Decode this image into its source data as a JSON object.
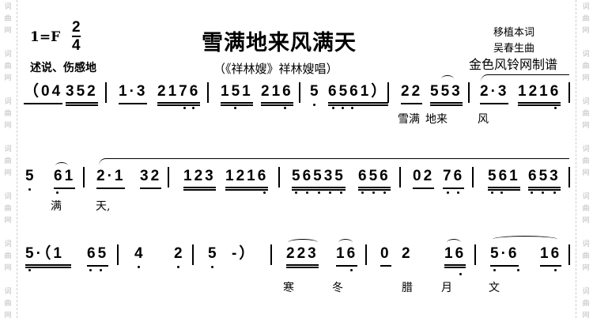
{
  "watermark": "词曲网",
  "header": {
    "key": "1=F",
    "time_top": "2",
    "time_bottom": "4",
    "expression": "述说、伤感地",
    "title": "雪满地来风满天",
    "subtitle": "（《祥林嫂》祥林嫂唱）",
    "lyricist": "移植本词",
    "composer": "吴春生曲",
    "maker": "金色风铃网制谱"
  },
  "rows": [
    {
      "notes": [
        "（04",
        "352",
        "1·3",
        "2176",
        "151",
        "216",
        "5",
        "6561）",
        "22",
        "553",
        "2·3",
        "1216"
      ],
      "lyrics": [
        "雪满",
        "地来",
        "风"
      ]
    },
    {
      "notes": [
        "5",
        "61",
        "2·1",
        "32",
        "123",
        "1216",
        "56535",
        "656",
        "02",
        "76",
        "561",
        "653"
      ],
      "lyrics": [
        "满",
        "天,"
      ]
    },
    {
      "notes": [
        "5·（1",
        "65",
        "4",
        "2",
        "5",
        "-）",
        "223",
        "16",
        "0",
        "2",
        "16",
        "5·6",
        "16"
      ],
      "lyrics": [
        "寒",
        "冬",
        "腊",
        "月",
        "文"
      ]
    }
  ]
}
